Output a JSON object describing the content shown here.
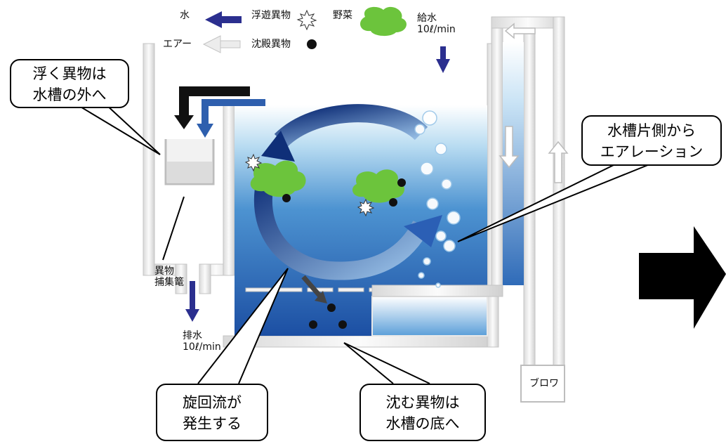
{
  "legend": {
    "water": "水",
    "air": "エアー",
    "floating_debris": "浮遊異物",
    "sinking_debris": "沈殿異物",
    "vegetable": "野菜",
    "supply_label": "給水",
    "supply_rate": "10ℓ/min"
  },
  "labels": {
    "drain_label": "排水",
    "drain_rate": "10ℓ/min",
    "basket_line1": "異物",
    "basket_line2": "捕集篭",
    "blower": "ブロワ"
  },
  "callouts": {
    "float_out": [
      "浮く異物は",
      "水槽の外へ"
    ],
    "aeration": [
      "水槽片側から",
      "エアレーション"
    ],
    "swirl": [
      "旋回流が",
      "発生する"
    ],
    "sink_bottom": [
      "沈む異物は",
      "水槽の底へ"
    ]
  },
  "colors": {
    "water_arrow": "#2b2f8f",
    "air_arrow": "#e6e6e6",
    "vegetable": "#6cc43c",
    "tank_wall": "#eeeeee",
    "tank_wall_edge": "#c4c4c4",
    "water_deep": "#1f56a8",
    "water_light": "#d8ecf8",
    "big_arrow": "#000000"
  }
}
